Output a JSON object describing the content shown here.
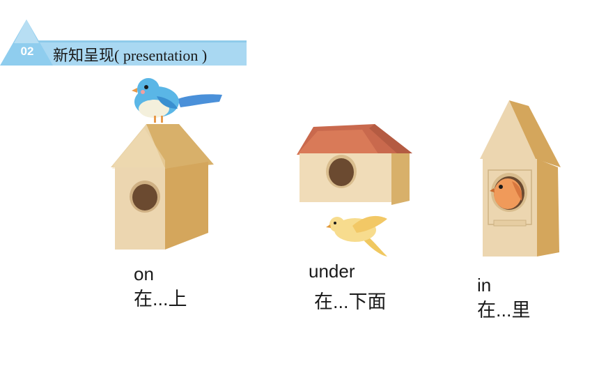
{
  "header": {
    "number": "02",
    "title_cn": "新知呈现",
    "title_en": "( presentation )",
    "colors": {
      "badge": "#a9d8f2",
      "badge_dark": "#7cc3ea"
    }
  },
  "items": [
    {
      "word": "on",
      "meaning": "在...上",
      "icon": "birdhouse-with-bird-on-roof"
    },
    {
      "word": "under",
      "meaning": "在...下面",
      "icon": "birdhouse-with-bird-underneath"
    },
    {
      "word": "in",
      "meaning": "在...里",
      "icon": "birdhouse-with-bird-inside"
    }
  ]
}
